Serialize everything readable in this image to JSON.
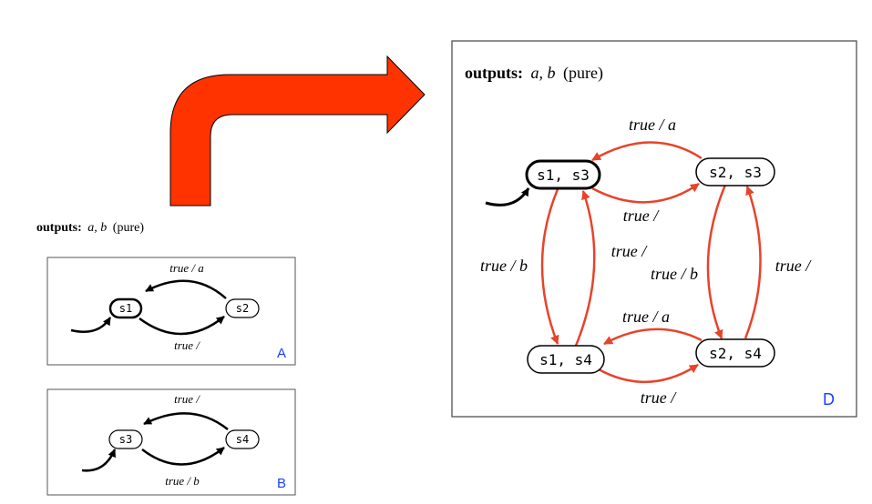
{
  "outputs_small": {
    "label": "outputs:",
    "signals": "a, b",
    "qualifier": "(pure)"
  },
  "outputs_big": {
    "label": "outputs:",
    "signals": "a, b",
    "qualifier": "(pure)"
  },
  "panel_a": {
    "tag": "A",
    "states": {
      "s1": "s1",
      "s2": "s2"
    },
    "transitions": {
      "top": "true / a",
      "bottom": "true /"
    }
  },
  "panel_b": {
    "tag": "B",
    "states": {
      "s3": "s3",
      "s4": "s4"
    },
    "transitions": {
      "top": "true /",
      "bottom": "true / b"
    }
  },
  "panel_d": {
    "tag": "D",
    "states": {
      "s1s3": "s1, s3",
      "s2s3": "s2, s3",
      "s1s4": "s1, s4",
      "s2s4": "s2, s4"
    },
    "transitions": {
      "top": "true / a",
      "top_inner": "true /",
      "left": "true / b",
      "center_up": "true /",
      "center_down": "true / b",
      "right": "true /",
      "bottom_top": "true / a",
      "bottom": "true /"
    }
  },
  "colors": {
    "arrow": "#ff3300",
    "edge_red": "#e8432a",
    "tag_blue": "#1a3fff",
    "ink": "#000000"
  }
}
